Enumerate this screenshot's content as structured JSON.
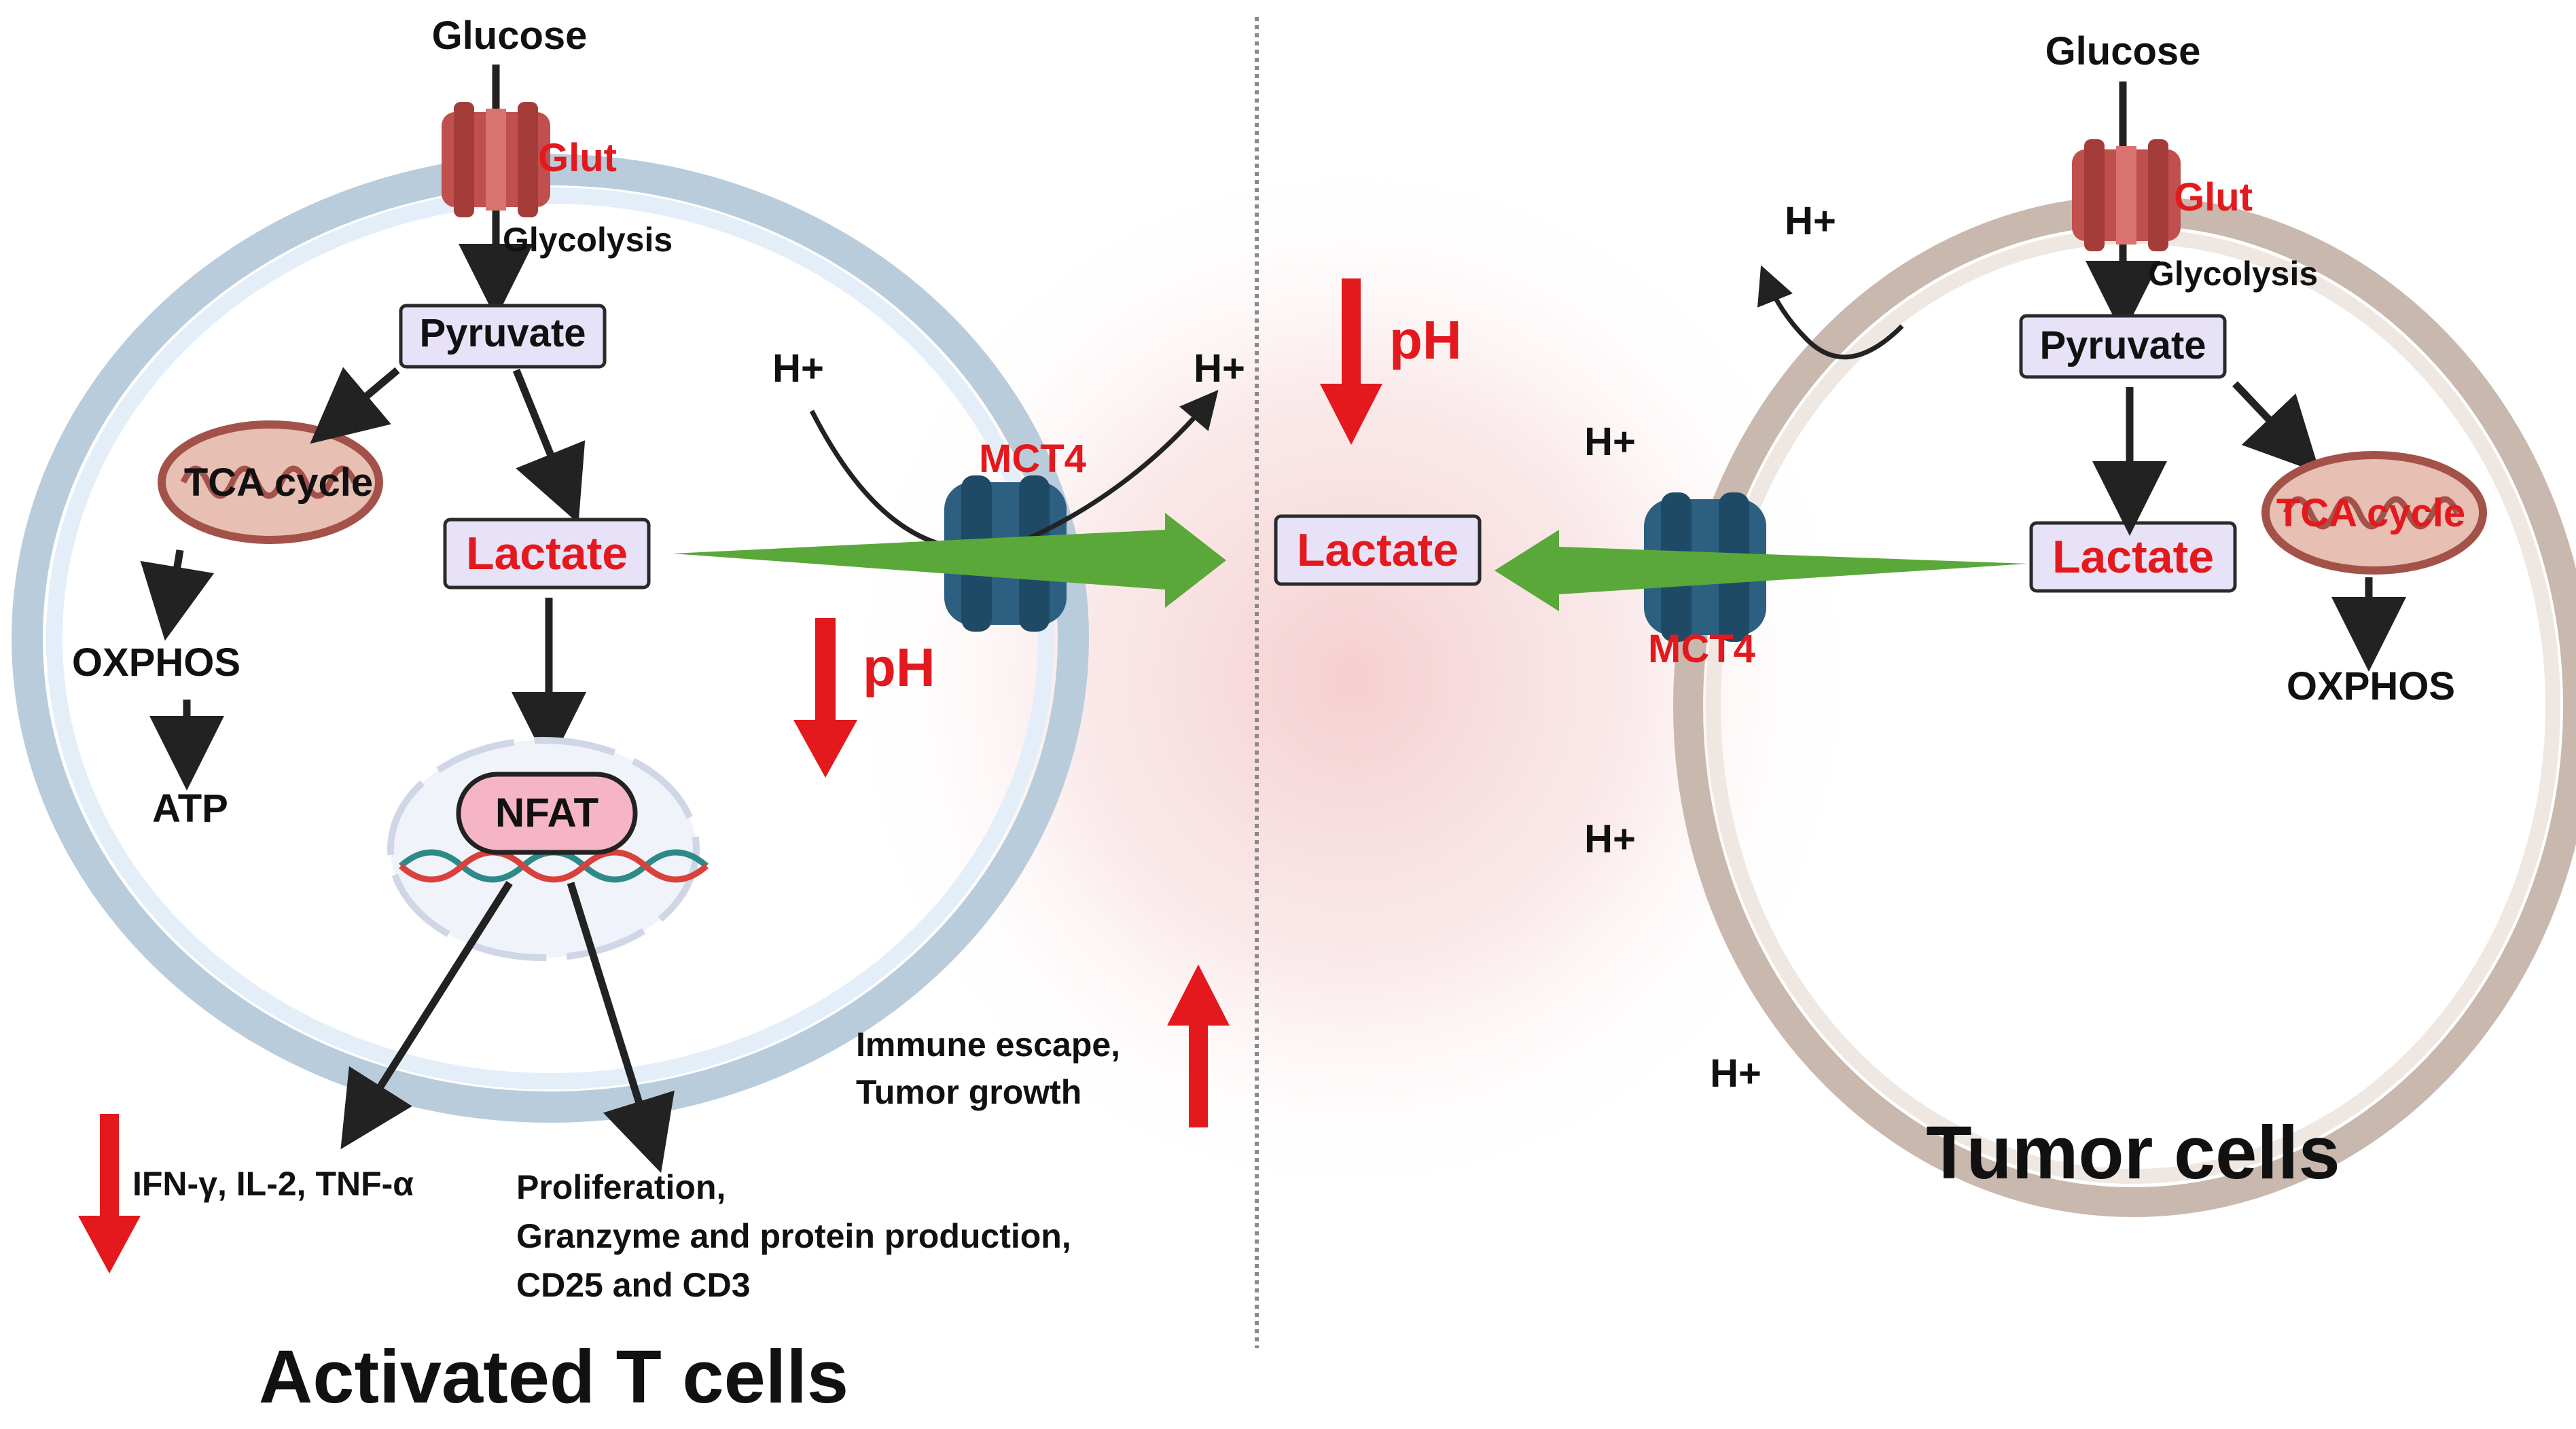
{
  "colors": {
    "t_membrane": "#b9ccdc",
    "t_membrane_inner": "#e3eef8",
    "tumor_membrane": "#c9b8ae",
    "tumor_membrane_inner": "#efe7e1",
    "accent_red": "#e3191d",
    "arrow_green": "#5aa83a",
    "transporter_blue": "#2c5f80",
    "glut_red": "#c0504d",
    "box_fill": "#e7e2f7",
    "box_stroke": "#2a2a2a",
    "nfat_fill": "#f6b5c6",
    "mito_fill": "#e7bfb3"
  },
  "t_cell": {
    "title": "Activated T cells",
    "glucose": "Glucose",
    "glut": "Glut",
    "glycolysis": "Glycolysis",
    "pyruvate": "Pyruvate",
    "tca": "TCA cycle",
    "oxphos": "OXPHOS",
    "atp": "ATP",
    "lactate": "Lactate",
    "nfat": "NFAT",
    "mct4": "MCT4",
    "h_in": "H+",
    "h_out": "H+",
    "ph": "pH",
    "cytokines": "IFN-γ, IL-2, TNF-α",
    "effects": [
      "Proliferation,",
      "Granzyme and protein production,",
      "CD25 and CD3"
    ]
  },
  "microenvironment": {
    "lactate": "Lactate",
    "ph": "pH",
    "immune_lines": [
      "Immune escape,",
      "Tumor growth"
    ]
  },
  "tumor_cell": {
    "title": "Tumor cells",
    "glucose": "Glucose",
    "glut": "Glut",
    "glycolysis": "Glycolysis",
    "pyruvate": "Pyruvate",
    "tca": "TCA cycle",
    "oxphos": "OXPHOS",
    "lactate": "Lactate",
    "mct4": "MCT4",
    "h_labels": [
      "H+",
      "H+",
      "H+",
      "H+"
    ]
  },
  "icons": [
    "glucose-transporter-icon",
    "mitochondrion-icon",
    "mct4-transporter-icon",
    "dna-helix-icon",
    "nucleus-icon"
  ]
}
